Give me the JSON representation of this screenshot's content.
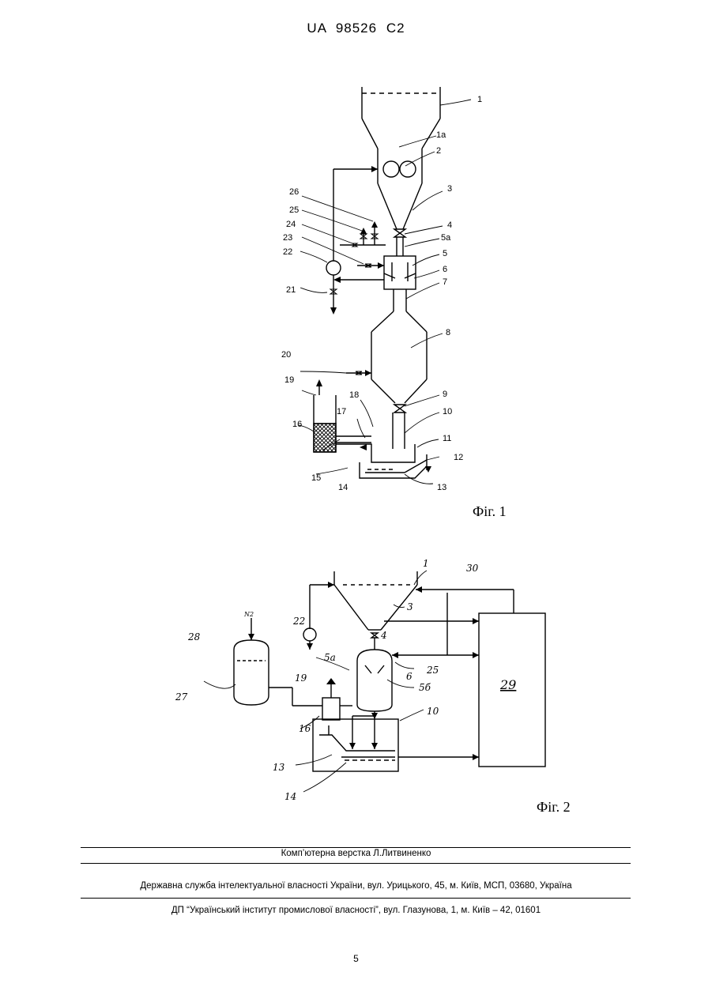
{
  "header": {
    "patent_id": "UA   98526   C2"
  },
  "figure1": {
    "caption": "Фіг. 1",
    "labels": {
      "l1": "1",
      "l1a": "1a",
      "l2": "2",
      "l3": "3",
      "l4": "4",
      "l5a": "5a",
      "l5": "5",
      "l6": "6",
      "l7": "7",
      "l8": "8",
      "l9": "9",
      "l10": "10",
      "l11": "11",
      "l12": "12",
      "l13": "13",
      "l14": "14",
      "l15": "15",
      "l16": "16",
      "l17": "17",
      "l18": "18",
      "l19": "19",
      "l20": "20",
      "l21": "21",
      "l22": "22",
      "l23": "23",
      "l24": "24",
      "l25": "25",
      "l26": "26"
    }
  },
  "figure2": {
    "caption": "Фіг. 2",
    "labels": {
      "l1": "1",
      "l30": "30",
      "l3": "3",
      "l22": "22",
      "l4": "4",
      "l28": "28",
      "lN2": "N2",
      "l5a": "5a",
      "l6": "6",
      "l25": "25",
      "l58": "5б",
      "l19": "19",
      "l27": "27",
      "l29": "29",
      "l16": "16",
      "l10": "10",
      "l13": "13",
      "l14": "14"
    }
  },
  "footer": {
    "layout_credit": "Комп’ютерна верстка Л.Литвиненко",
    "agency": "Державна служба інтелектуальної власності України, вул. Урицького, 45, м. Київ, МСП, 03680, Україна",
    "institute": "ДП “Український інститут промислової власності”, вул. Глазунова, 1, м. Київ – 42, 01601"
  },
  "page_number": "5"
}
